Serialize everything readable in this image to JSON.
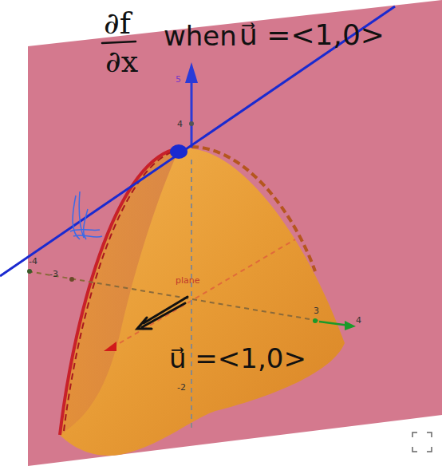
{
  "diagram": {
    "labels": [
      "∂f",
      "∂x",
      "when",
      "u⃗ =<1,0>",
      "u⃗ =<1,0>",
      "5",
      "4",
      "-4",
      "-3",
      "3",
      "4",
      "-2",
      "plane"
    ]
  }
}
